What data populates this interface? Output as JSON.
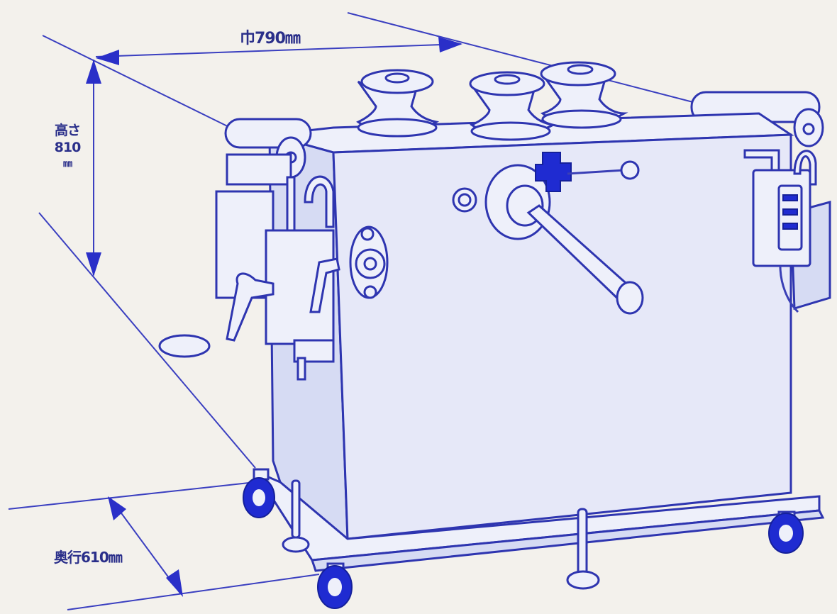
{
  "dimensions": {
    "width": "巾790㎜",
    "height_line1": "高さ",
    "height_value": "810",
    "height_unit": "㎜",
    "depth": "奥行610㎜"
  },
  "colors": {
    "line": "#2e35b0",
    "caster": "#1f2bd1",
    "background": "#f3f1ec"
  }
}
